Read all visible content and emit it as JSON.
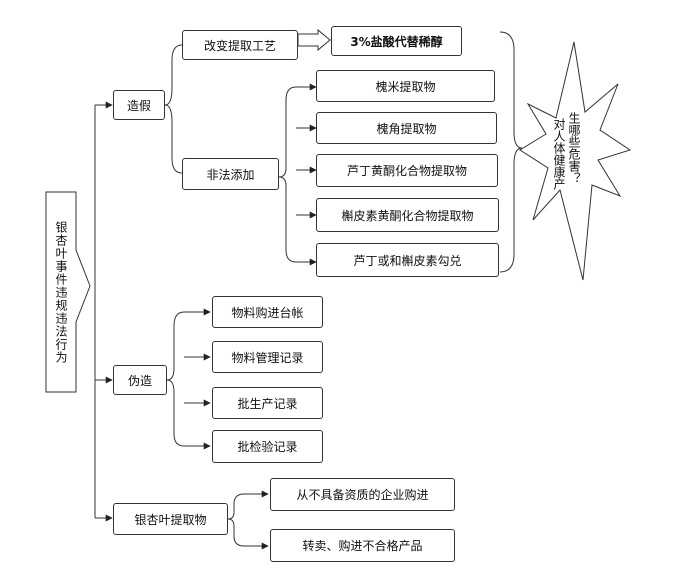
{
  "root": {
    "label": "银杏叶事件违规违法行为"
  },
  "branches": {
    "counterfeit": {
      "label": "造假",
      "process": {
        "label": "改变提取工艺",
        "result": "3%盐酸代替稀醇"
      },
      "illegal_add": {
        "label": "非法添加",
        "items": [
          "槐米提取物",
          "槐角提取物",
          "芦丁黄酮化合物提取物",
          "槲皮素黄酮化合物提取物",
          "芦丁或和槲皮素勾兑"
        ]
      }
    },
    "forge": {
      "label": "伪造",
      "items": [
        "物料购进台帐",
        "物料管理记录",
        "批生产记录",
        "批检验记录"
      ]
    },
    "extract": {
      "label": "银杏叶提取物",
      "items": [
        "从不具备资质的企业购进",
        "转卖、购进不合格产品"
      ]
    }
  },
  "harm": {
    "col1": "对人体健康产",
    "col2": "生哪些危害？"
  }
}
